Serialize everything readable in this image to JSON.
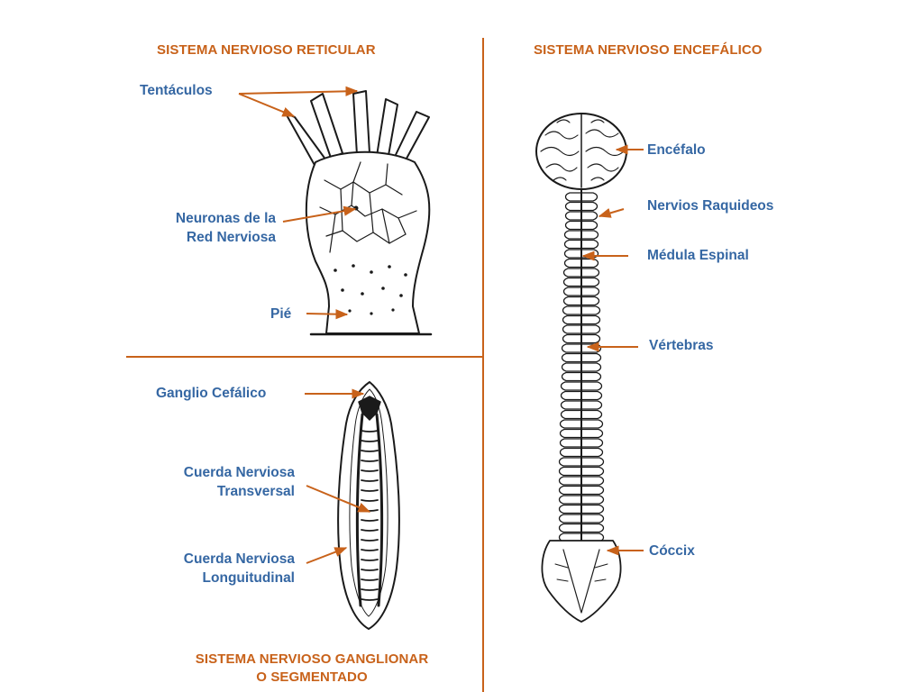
{
  "panels": {
    "reticular": {
      "title": "SISTEMA NERVIOSO RETICULAR",
      "labels": {
        "tentacles": "Tentáculos",
        "neurons_line1": "Neuronas de la",
        "neurons_line2": "Red Nerviosa",
        "foot": "Pié"
      }
    },
    "encephalic": {
      "title": "SISTEMA NERVIOSO ENCEFÁLICO",
      "labels": {
        "brain": "Encéfalo",
        "spinal_nerves": "Nervios Raquideos",
        "spinal_cord": "Médula Espinal",
        "vertebrae": "Vértebras",
        "coccyx": "Cóccix"
      }
    },
    "ganglionic": {
      "title_line1": "SISTEMA NERVIOSO GANGLIONAR",
      "title_line2": "O SEGMENTADO",
      "labels": {
        "cephalic_ganglion": "Ganglio Cefálico",
        "transverse_line1": "Cuerda Nerviosa",
        "transverse_line2": "Transversal",
        "longitudinal_line1": "Cuerda Nerviosa",
        "longitudinal_line2": "Longuitudinal"
      }
    }
  },
  "colors": {
    "title": "#c8621a",
    "label": "#3567a3",
    "arrow": "#c8621a",
    "divider": "#c8621a",
    "drawing": "#1a1a1a"
  }
}
